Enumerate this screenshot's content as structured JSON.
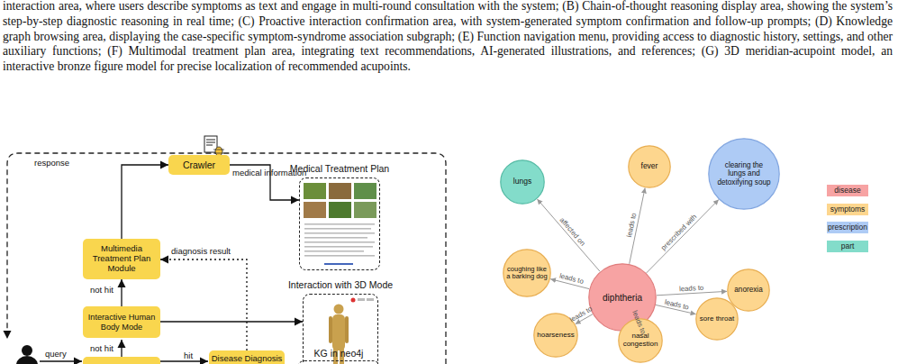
{
  "diagram": {
    "caption": "interaction area, where users describe symptoms as text and engage in multi-round consultation with the system; (B) Chain-of-thought reasoning display area, showing the system’s step-by-step diagnostic reasoning in real time; (C) Proactive interaction confirmation area, with system-generated symptom confirmation and follow-up prompts; (D) Knowledge graph browsing area, displaying the case-specific symptom-syndrome association subgraph; (E) Function navigation menu, providing access to diagnostic history, settings, and other auxiliary functions; (F) Multimodal treatment plan area, integrating text recommendations, AI-generated illustrations, and references; (G) 3D meridian-acupoint model, an interactive bronze figure model for precise localization of recommended acupoints.",
    "nodes": [
      {
        "text": [
          "Crawler"
        ]
      },
      {
        "text": [
          "Medical Treatment Plan"
        ]
      },
      {
        "text": [
          "Multimedia Treatment Plan Module"
        ]
      },
      {
        "text": [
          "Interaction with 3D Mode"
        ]
      },
      {
        "text": [
          "Interactive Human Body Mode"
        ]
      },
      {
        "text": [
          "Disease Diagnosis"
        ]
      },
      {
        "text": [
          "KG in neo4j"
        ]
      },
      {
        "text": [
          "diphtheria"
        ]
      },
      {
        "text": [
          "fever"
        ]
      },
      {
        "text": [
          "clearing the lungs and detoxifying soup"
        ]
      },
      {
        "text": [
          "lungs"
        ]
      },
      {
        "text": [
          "coughing like a barking dog"
        ]
      },
      {
        "text": [
          "anorexia"
        ]
      },
      {
        "text": [
          "hoarseness"
        ]
      },
      {
        "text": [
          "nasal congestion"
        ]
      },
      {
        "text": [
          "sore throat"
        ]
      }
    ],
    "edges": [
      {
        "from": 2,
        "to": 0,
        "arrow": "to"
      },
      {
        "from": 0,
        "to": 1,
        "label": "medical information",
        "arrow": "to"
      },
      {
        "from": 4,
        "to": 2,
        "label": "not hit",
        "arrow": "to"
      },
      {
        "from": 4,
        "to": 3,
        "arrow": "to"
      },
      {
        "from": 5,
        "to": 2,
        "label": "diagnosis result",
        "arrow": "to"
      },
      {
        "from": 7,
        "to": 10,
        "label": "affected on",
        "arrow": "to"
      },
      {
        "from": 7,
        "to": 8,
        "label": "leads to",
        "arrow": "to"
      },
      {
        "from": 7,
        "to": 9,
        "label": "prescribed with",
        "arrow": "to"
      },
      {
        "from": 7,
        "to": 11,
        "label": "leads to",
        "arrow": "to"
      },
      {
        "from": 7,
        "to": 12,
        "label": "leads to",
        "arrow": "to"
      },
      {
        "from": 7,
        "to": 13,
        "label": "leads to",
        "arrow": "to"
      },
      {
        "from": 7,
        "to": 14,
        "label": "leads to",
        "arrow": "to"
      },
      {
        "from": 7,
        "to": 15,
        "label": "leads to",
        "arrow": "to"
      }
    ],
    "labels": [
      "response",
      "not hit",
      "hit",
      "query"
    ],
    "legend": [
      {
        "text": "disease",
        "color": "#f7a3a3"
      },
      {
        "text": "symptoms",
        "color": "#fdd68e"
      },
      {
        "text": "prescription",
        "color": "#aecbf5"
      },
      {
        "text": "part",
        "color": "#83dcca"
      }
    ]
  }
}
